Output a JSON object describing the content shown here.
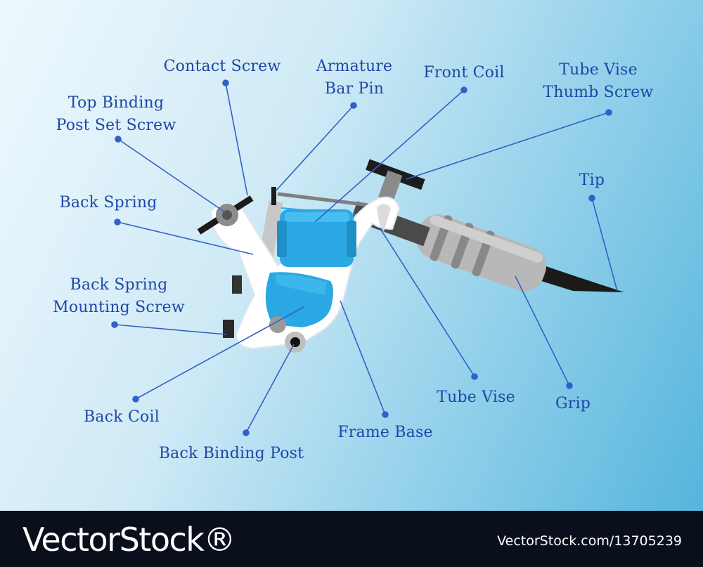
{
  "labels": {
    "contact_screw": "Contact Screw",
    "armature_bar_pin": [
      "Armature",
      "Bar Pin"
    ],
    "front_coil": "Front Coil",
    "tube_vise_thumb_screw": [
      "Tube Vise",
      "Thumb Screw"
    ],
    "top_binding_post_set_screw": [
      "Top Binding",
      "Post Set Screw"
    ],
    "tip": "Tip",
    "back_spring": "Back Spring",
    "back_spring_mounting_screw": [
      "Back Spring",
      "Mounting Screw"
    ],
    "back_coil": "Back Coil",
    "back_binding_post": "Back Binding Post",
    "frame_base": "Frame Base",
    "tube_vise": "Tube Vise",
    "grip": "Grip"
  },
  "footer": {
    "brand": "VectorStock®",
    "stock_id": "VectorStock.com/13705239"
  },
  "colors": {
    "label_text": "#1f47a6",
    "leader_line": "#3360c8",
    "coil_blue": "#2aa8e4",
    "frame_white": "#ffffff",
    "grip_gray": "#b5b5b5",
    "tip_black": "#1a1a1a",
    "footer_bg": "#0a0f1c"
  }
}
